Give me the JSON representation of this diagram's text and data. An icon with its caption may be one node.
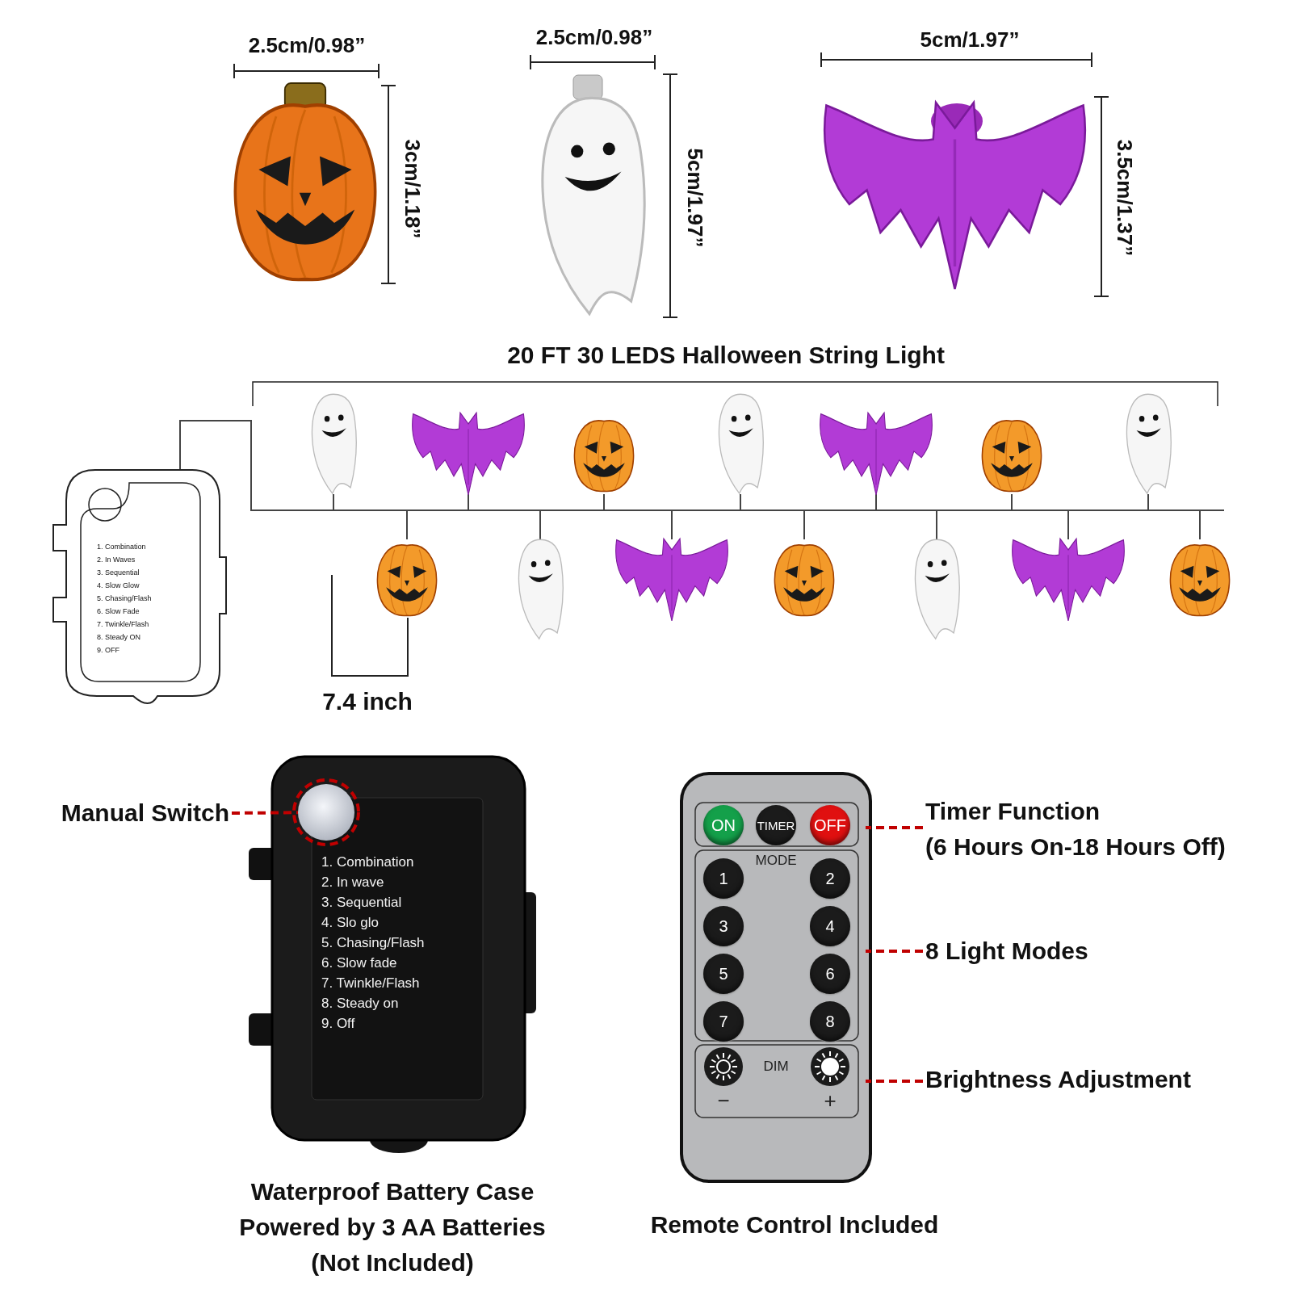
{
  "diagram": {
    "nodes": [
      {
        "text": [
          "Manual Switch"
        ]
      },
      {
        "text": [],
        "shape": "circle"
      },
      {
        "text": [
          "Timer Function",
          "(6 Hours On-18 Hours Off)"
        ]
      },
      {
        "text": [
          "8 Light Modes"
        ]
      },
      {
        "text": [
          "Brightness Adjustment"
        ]
      }
    ],
    "edges": [
      {
        "from": 0,
        "to": 1,
        "arrow": "none",
        "style": "dashed"
      },
      {
        "from": 2,
        "to": null,
        "arrow": "none",
        "style": "dashed"
      },
      {
        "from": 3,
        "to": null,
        "arrow": "none",
        "style": "dashed"
      },
      {
        "from": 4,
        "to": null,
        "arrow": "none",
        "style": "dashed"
      }
    ],
    "labels": [
      "2.5cm/0.98”",
      "3cm/1.18”",
      "2.5cm/0.98”",
      "5cm/1.97”",
      "5cm/1.97”",
      "3.5cm/1.37”",
      "20 FT 30 LEDS Halloween String Light",
      "1. Combination",
      "2. In Waves",
      "3. Sequential",
      "4. Slow Glow",
      "5. Chasing/Flash",
      "6. Slow Fade",
      "7. Twinkle/Flash",
      "8. Steady ON",
      "9. OFF",
      "7.4 inch",
      "1. Combination",
      "2. In wave",
      "3. Sequential",
      "4. Slo glo",
      "5. Chasing/Flash",
      "6. Slow fade",
      "7. Twinkle/Flash",
      "8. Steady on",
      "9. Off",
      "ON",
      "TIMER",
      "OFF",
      "MODE",
      "1",
      "2",
      "3",
      "4",
      "5",
      "6",
      "7",
      "8",
      "DIM",
      "−",
      "+",
      "Waterproof Battery Case Powered by 3 AA Batteries (Not Included)",
      "Remote Control Included"
    ]
  }
}
